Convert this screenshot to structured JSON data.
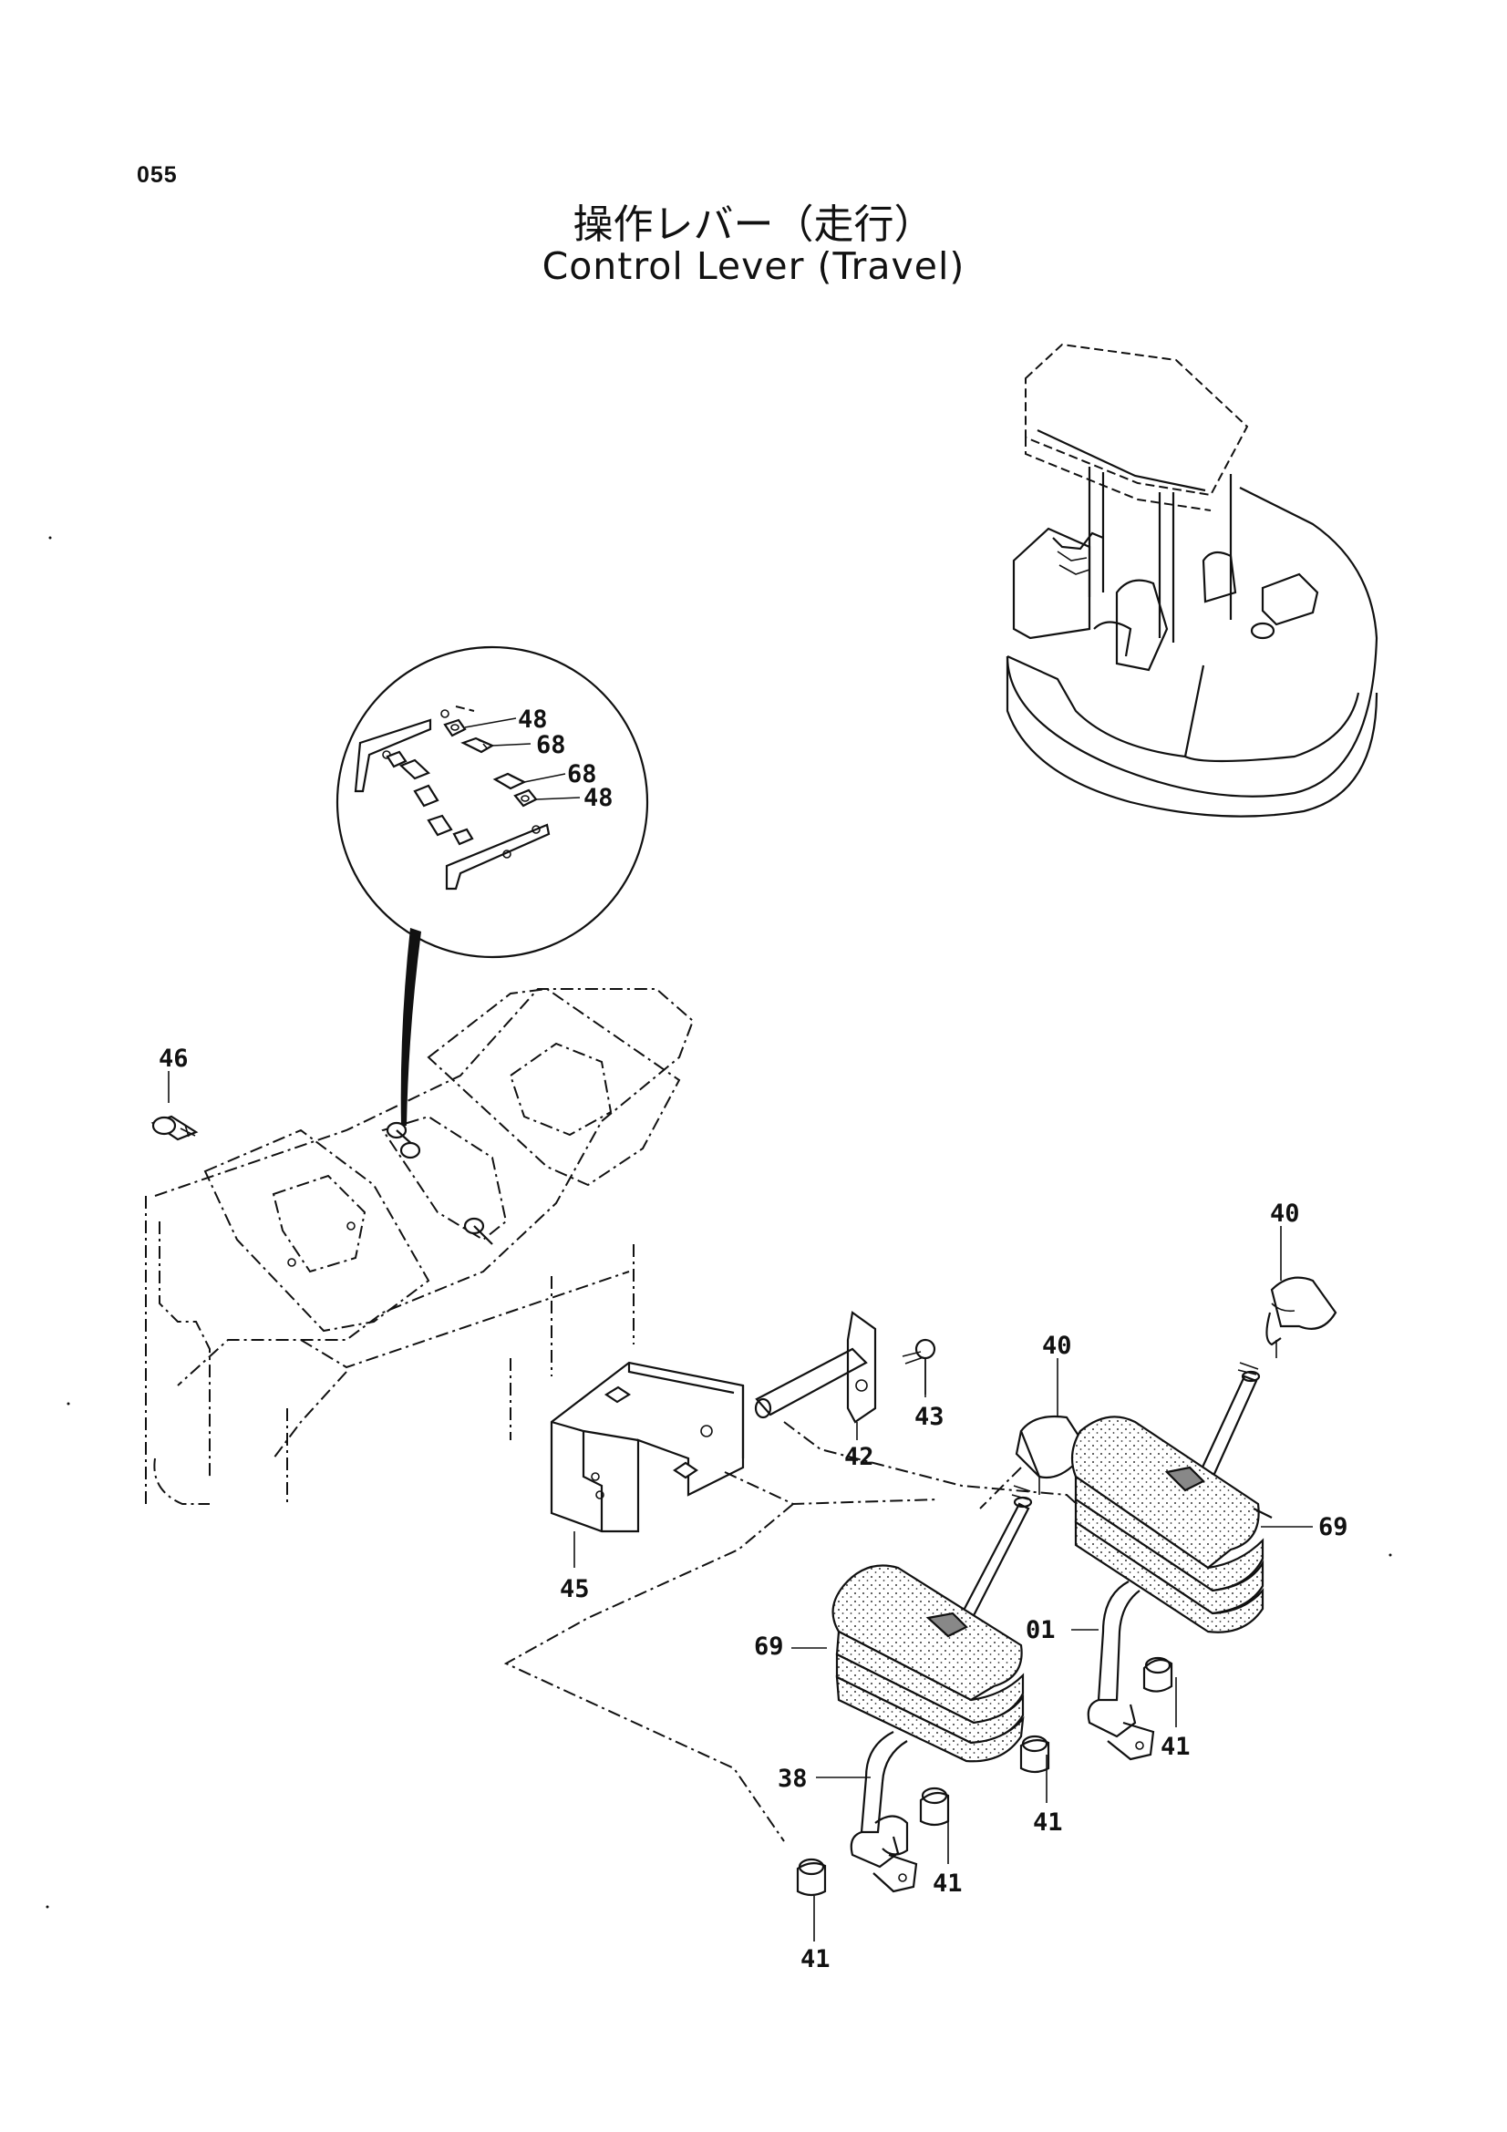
{
  "page_number": "055",
  "title_jp": "操作レバー（走行）",
  "title_en": "Control Lever (Travel)",
  "callouts": {
    "c48a": "48",
    "c68a": "68",
    "c68b": "68",
    "c48b": "48",
    "c46": "46",
    "c40a": "40",
    "c40b": "40",
    "c42": "42",
    "c43": "43",
    "c45": "45",
    "c69a": "69",
    "c69b": "69",
    "c01": "01",
    "c38": "38",
    "c41a": "41",
    "c41b": "41",
    "c41c": "41",
    "c41d": "41"
  }
}
